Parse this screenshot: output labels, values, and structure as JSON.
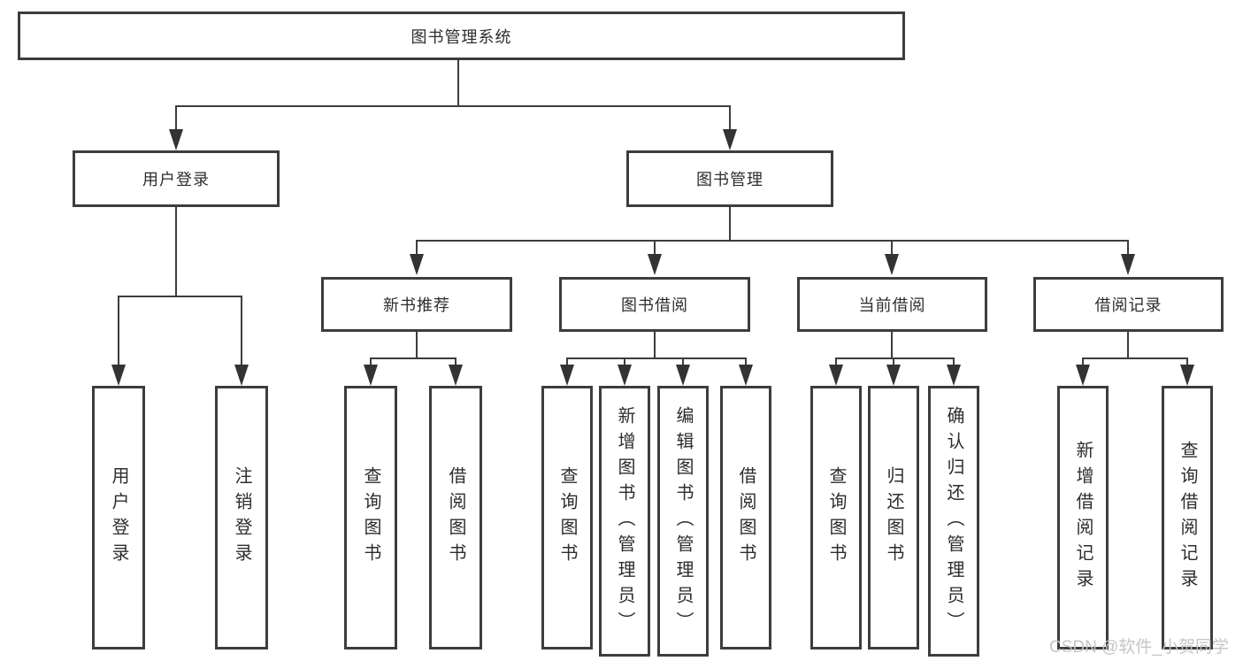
{
  "nodes": {
    "root": {
      "label": "图书管理系统"
    },
    "l2": [
      {
        "label": "用户登录"
      },
      {
        "label": "图书管理"
      }
    ],
    "l3": [
      {
        "label": "新书推荐"
      },
      {
        "label": "图书借阅"
      },
      {
        "label": "当前借阅"
      },
      {
        "label": "借阅记录"
      }
    ],
    "leaves": {
      "userLogin": [
        {
          "label": "用户登录"
        },
        {
          "label": "注销登录"
        }
      ],
      "newBookRec": [
        {
          "label": "查询图书"
        },
        {
          "label": "借阅图书"
        }
      ],
      "bookBorrow": [
        {
          "label": "查询图书"
        },
        {
          "label": "新增图书（管理员）"
        },
        {
          "label": "编辑图书（管理员）"
        },
        {
          "label": "借阅图书"
        }
      ],
      "currentBorrow": [
        {
          "label": "查询图书"
        },
        {
          "label": "归还图书"
        },
        {
          "label": "确认归还（管理员）"
        }
      ],
      "borrowRecords": [
        {
          "label": "新增借阅记录"
        },
        {
          "label": "查询借阅记录"
        }
      ]
    }
  },
  "colors": {
    "line": "#3d3d3d",
    "text": "#2d2d2d",
    "background": "#ffffff",
    "watermark": "#c3c3c3"
  },
  "watermark": "CSDN @软件_小贺同学"
}
